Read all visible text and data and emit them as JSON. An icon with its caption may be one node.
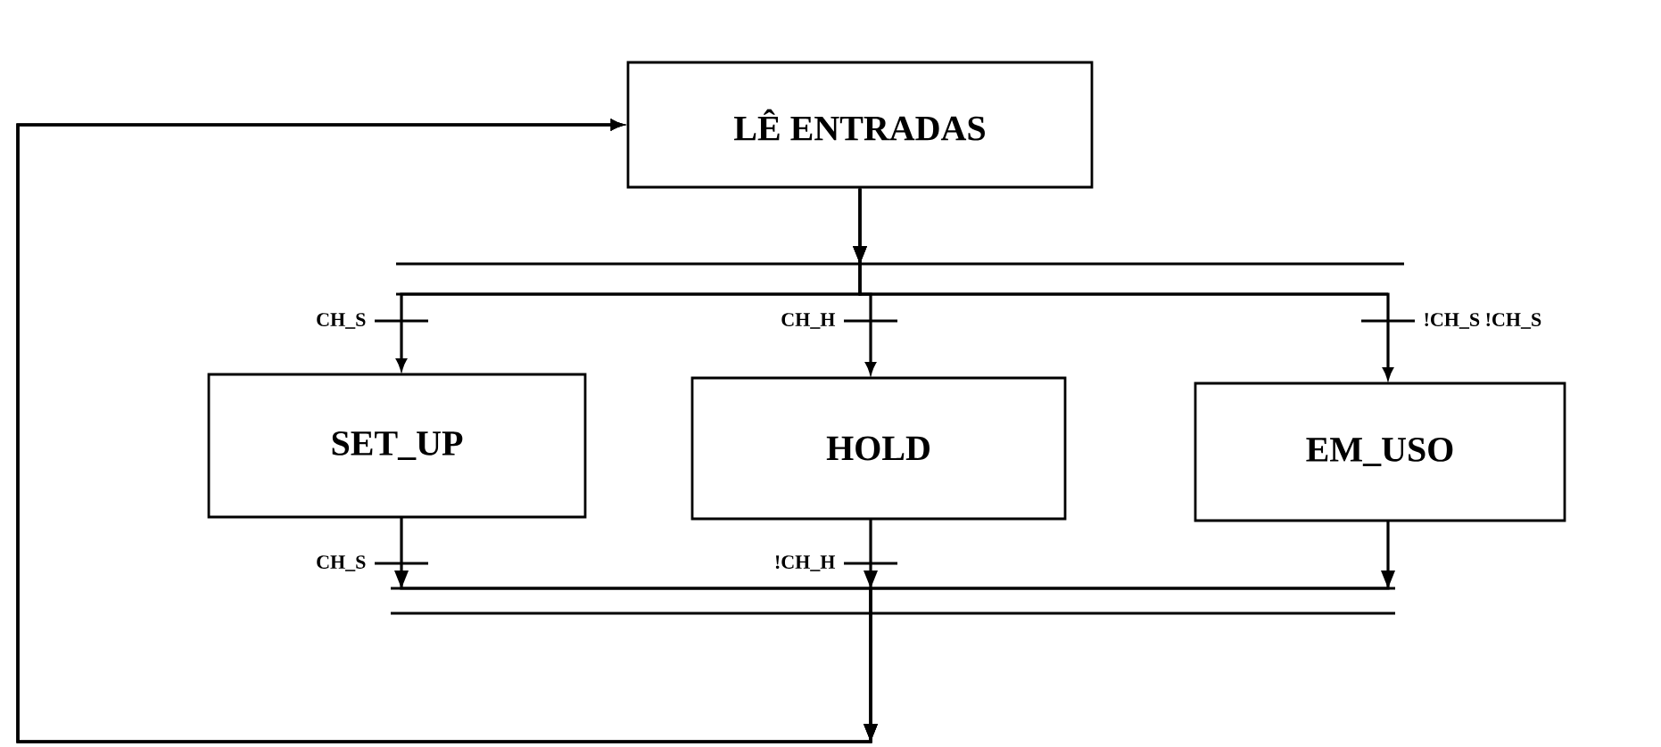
{
  "diagram": {
    "nodes": [
      {
        "text": [
          "LÊ ENTRADAS"
        ]
      },
      {
        "text": [
          "SET_UP"
        ]
      },
      {
        "text": [
          "HOLD"
        ]
      },
      {
        "text": [
          "EM_USO"
        ]
      }
    ],
    "edges": [
      {
        "from": 0,
        "to": 1,
        "arrow": "to",
        "label": "CH_S"
      },
      {
        "from": 0,
        "to": 2,
        "arrow": "to",
        "label": "CH_H"
      },
      {
        "from": 0,
        "to": 3,
        "arrow": "to",
        "label": "!CH_S !CH_S"
      },
      {
        "from": 1,
        "to": 0,
        "arrow": "to",
        "label": "CH_S"
      },
      {
        "from": 2,
        "to": 0,
        "arrow": "to",
        "label": "!CH_H"
      },
      {
        "from": 3,
        "to": 0,
        "arrow": "to"
      }
    ]
  }
}
